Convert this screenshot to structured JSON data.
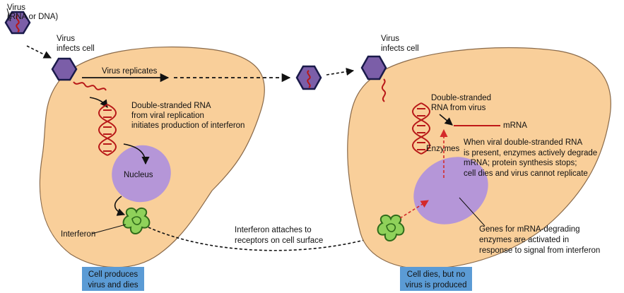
{
  "left_panel": {
    "virus_label": [
      "Virus",
      "(RNA or DNA)"
    ],
    "infects_label": [
      "Virus",
      "infects cell"
    ],
    "replicates_label": "Virus replicates",
    "dsrna_label": [
      "Double-stranded RNA",
      "from viral replication",
      "initiates production of interferon"
    ],
    "nucleus_label": "Nucleus",
    "interferon_label": "Interferon",
    "caption": [
      "Cell produces",
      "virus and dies"
    ]
  },
  "middle": {
    "attach_label": [
      "Interferon attaches to",
      "receptors on cell surface"
    ]
  },
  "right_panel": {
    "infects_label": [
      "Virus",
      "infects cell"
    ],
    "dsrna_label": [
      "Double-stranded",
      "RNA from virus"
    ],
    "mrna_label": "mRNA",
    "enzymes_label": "Enzymes",
    "degrade_label": [
      "When viral double-stranded RNA",
      "is present, enzymes actively degrade",
      "mRNA; protein synthesis stops;",
      "cell dies and virus cannot replicate"
    ],
    "genes_label": [
      "Genes for mRNA-degrading",
      "enzymes are activated in",
      "response to signal from interferon"
    ],
    "caption": [
      "Cell dies, but no",
      "virus is produced"
    ]
  },
  "colors": {
    "cell_fill": "#f9cf9a",
    "cell_stroke": "#8a6a4a",
    "nucleus_fill": "#b596d8",
    "virus_fill": "#7b5ea8",
    "virus_stroke": "#1a1a4a",
    "rna": "#b81818",
    "interferon_fill": "#8fd15a",
    "interferon_stroke": "#2f6b1a",
    "signal_arrow": "#d42a2a",
    "caption_bg": "#5b9bd5"
  },
  "icons": [
    "virus-hexagon-icon",
    "rna-strand-icon",
    "double-helix-icon",
    "interferon-icon"
  ]
}
